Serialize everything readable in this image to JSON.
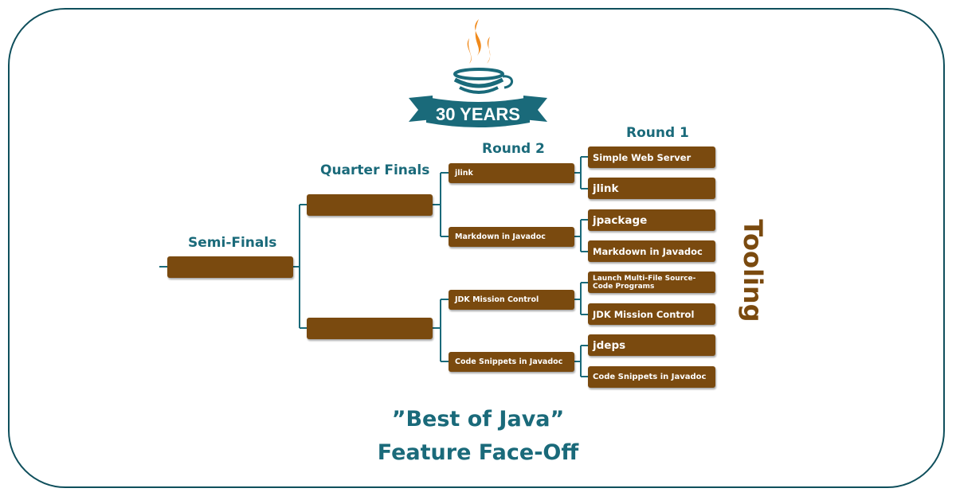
{
  "logo": {
    "text": "30 YEARS"
  },
  "labels": {
    "round1": "Round 1",
    "round2": "Round 2",
    "quarter_finals": "Quarter Finals",
    "semi_finals": "Semi-Finals"
  },
  "category": "Tooling",
  "round1": [
    "Simple Web Server",
    "jlink",
    "jpackage",
    "Markdown in Javadoc",
    "Launch Multi-File Source-Code Programs",
    "JDK Mission Control",
    "jdeps",
    "Code Snippets in Javadoc"
  ],
  "round2": [
    "jlink",
    "Markdown in Javadoc",
    "JDK Mission Control",
    "Code Snippets in Javadoc"
  ],
  "quarter_finals": [
    "",
    ""
  ],
  "semi_finals": [
    ""
  ],
  "footer": {
    "line1": "”Best of Java”",
    "line2": "Feature Face-Off"
  },
  "colors": {
    "box": "#7a4a0f",
    "teal": "#1a6a7a",
    "frame": "#0f4f5c",
    "flame": "#f08a1c"
  }
}
